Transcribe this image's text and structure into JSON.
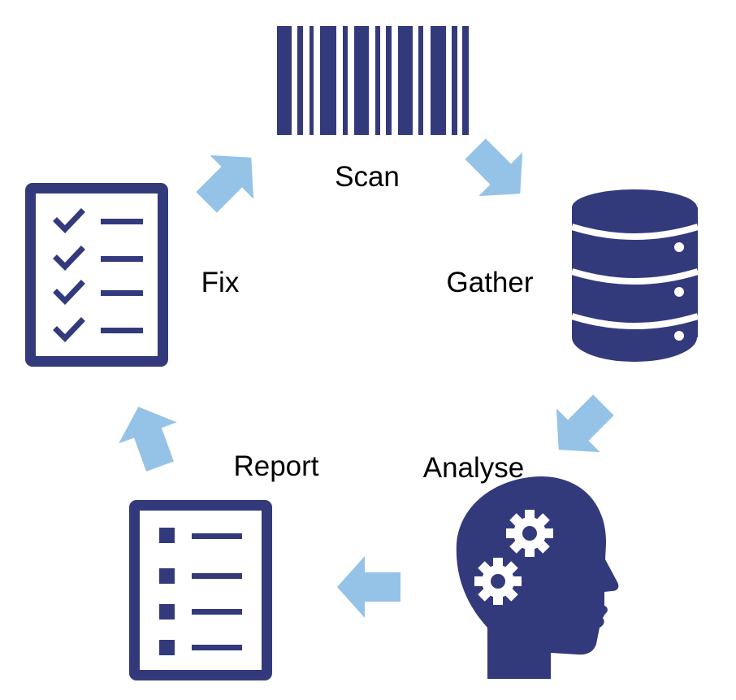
{
  "colors": {
    "icon_fill": "#333a7c",
    "arrow_fill": "#95c2e7",
    "background": "#ffffff",
    "label_text": "#000000"
  },
  "steps": [
    {
      "label": "Scan",
      "icon": "barcode-icon"
    },
    {
      "label": "Gather",
      "icon": "database-icon"
    },
    {
      "label": "Analyse",
      "icon": "head-gears-icon"
    },
    {
      "label": "Report",
      "icon": "report-list-icon"
    },
    {
      "label": "Fix",
      "icon": "checklist-icon"
    }
  ],
  "arrows": [
    {
      "from": "Scan",
      "to": "Gather",
      "icon": "arrow-icon"
    },
    {
      "from": "Gather",
      "to": "Analyse",
      "icon": "arrow-icon"
    },
    {
      "from": "Analyse",
      "to": "Report",
      "icon": "arrow-icon"
    },
    {
      "from": "Report",
      "to": "Fix",
      "icon": "arrow-icon"
    },
    {
      "from": "Fix",
      "to": "Scan",
      "icon": "arrow-icon"
    }
  ]
}
